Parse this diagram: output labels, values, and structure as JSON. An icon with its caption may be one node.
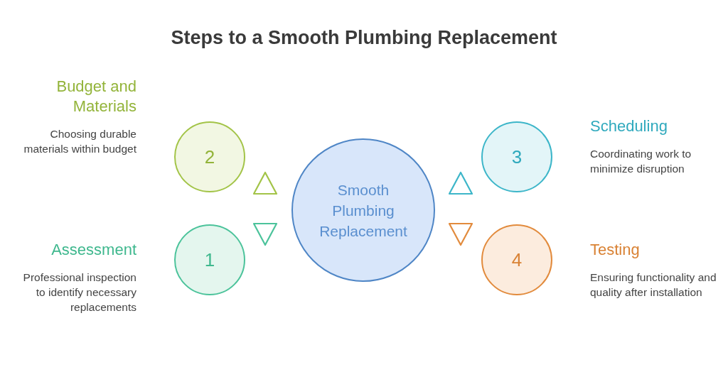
{
  "diagram": {
    "title": "Steps to a Smooth Plumbing Replacement",
    "nodes": [
      {
        "text": [
          "2"
        ],
        "beside": [
          "Budget and Materials",
          "Choosing durable materials within budget"
        ]
      },
      {
        "text": [
          "Smooth Plumbing Replacement"
        ]
      },
      {
        "text": [
          "3"
        ],
        "beside": [
          "Scheduling",
          "Coordinating work to minimize disruption"
        ]
      },
      {
        "text": [
          "1"
        ],
        "beside": [
          "Assessment",
          "Professional inspection to identify necessary replacements"
        ]
      },
      {
        "text": [
          "4"
        ],
        "beside": [
          "Testing",
          "Ensuring functionality and quality after installation"
        ]
      }
    ]
  }
}
